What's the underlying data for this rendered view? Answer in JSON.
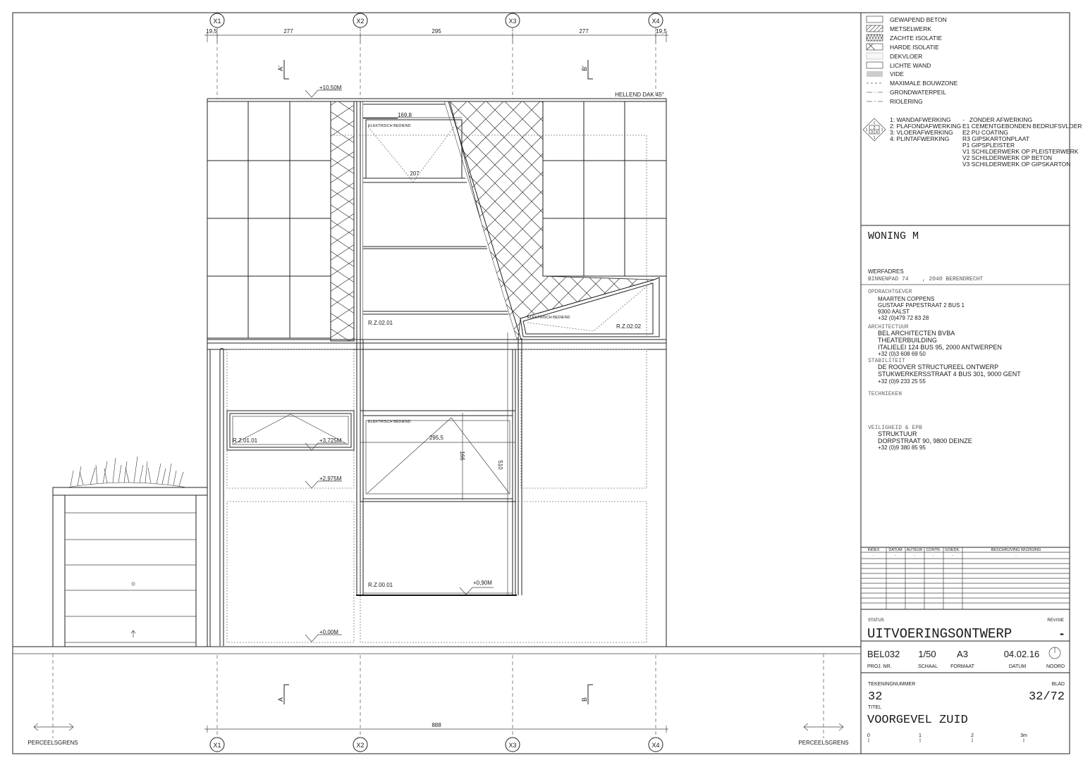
{
  "grid": {
    "axes": [
      "X1",
      "X2",
      "X3",
      "X4"
    ],
    "top_dims": [
      "19,5",
      "277",
      "295",
      "277",
      "19,5"
    ],
    "overall_dim": "888"
  },
  "sections": {
    "a_top": "A'",
    "b_top": "B'",
    "a_bottom": "A",
    "b_bottom": "B"
  },
  "levels": {
    "roof": "+10,50M",
    "l1_sill": "+3,725M",
    "l1_floor": "+2,975M",
    "ground": "+0,00M",
    "ground_sill": "+0,90M"
  },
  "labels": {
    "roof_note": "HELLEND DAK 45°",
    "dim_169": "169,8",
    "dim_207": "207",
    "electric": "ELEKTRISCH BEDIEND",
    "rz0201": "R.Z.02.01",
    "rz0202": "R.Z.02.02",
    "rz0101": "R.Z.01.01",
    "rz0001": "R.Z.00.01",
    "dim_2955": "295,5",
    "dim_166": "166",
    "dim_510": "510",
    "boundary": "PERCEELSGRENS"
  },
  "legend": {
    "items": [
      "GEWAPEND BETON",
      "METSELWERK",
      "ZACHTE ISOLATIE",
      "HARDE ISOLATIE",
      "DEKVLOER",
      "LICHTE WAND",
      "VIDE",
      "MAXIMALE BOUWZONE",
      "GRONDWATERPEIL",
      "RIOLERING"
    ],
    "finish_key": [
      "1: WANDAFWERKING",
      "2: PLAFONDAFWERKING",
      "3: VLOERAFWERKING",
      "4: PLINTAFWERKING"
    ],
    "finish_codes": [
      "-   ZONDER AFWERKING",
      "E1 CEMENTGEBONDEN BEDRIJFSVLOER",
      "E2 PU COATING",
      "R3 GIPSKARTONPLAAT",
      "P1 GIPSPLEISTER",
      "V1 SCHILDERWERK OP PLEISTERWERK",
      "V2 SCHILDERWERK OP BETON",
      "V3 SCHILDERWERK OP GIPSKARTON"
    ],
    "diamond_digits": [
      "1",
      "2",
      "3",
      "4",
      "1",
      "1",
      "1"
    ]
  },
  "project": {
    "name": "WONING M",
    "site_label": "WERFADRES",
    "site_address": "BINNENPAD 74    , 2040 BERENDRECHT"
  },
  "contacts": {
    "client_label": "OPDRACHTGEVER",
    "client": [
      "MAARTEN COPPENS",
      "GUSTAAF PAPESTRAAT 2 BUS 1",
      "9300 AALST",
      "+32 (0)479 72 83 28"
    ],
    "architect_label": "ARCHITECTUUR",
    "architect": [
      "BEL ARCHITECTEN BVBA",
      "THEATERBUILDING",
      "ITALIELEI 124 BUS 95, 2000 ANTWERPEN",
      "+32 (0)3 608 69 50"
    ],
    "stability_label": "STABILITEIT",
    "stability": [
      "DE ROOVER STRUCTUREEL ONTWERP",
      "STUKWERKERSSTRAAT 4 BUS 301, 9000 GENT",
      "+32 (0)9 233 25 55"
    ],
    "techniques_label": "TECHNIEKEN",
    "safety_label": "VEILIGHEID & EPB",
    "safety": [
      "STRUKTUUR",
      "DORPSTRAAT 90, 9800 DEINZE",
      "+32 (0)9 380 85 95"
    ]
  },
  "revisions": {
    "headers": [
      "INDEX",
      "DATUM",
      "AUTEUR",
      "CONTR.",
      "GOEDK.",
      "BESCHRIJVING WIJZIGING"
    ],
    "rows": [
      [
        "-",
        "-",
        "-",
        "-",
        "-",
        "-"
      ]
    ]
  },
  "titleblock": {
    "status_label": "STATUS",
    "status": "UITVOERINGSONTWERP",
    "revision_label": "REVISIE",
    "revision": "-",
    "proj_nr": "BEL032",
    "proj_nr_label": "PROJ. NR.",
    "scale": "1/50",
    "scale_label": "SCHAAL",
    "format": "A3",
    "format_label": "FORMAAT",
    "date": "04.02.16",
    "date_label": "DATUM",
    "north_label": "NOORD",
    "drawing_nr_label": "TEKENINGNUMMER",
    "drawing_nr": "32",
    "sheet_label": "BLAD",
    "sheet": "32/72",
    "title_label": "TITEL",
    "title": "VOORGEVEL ZUID",
    "scalebar": [
      "0",
      "1",
      "2",
      "3m"
    ]
  }
}
